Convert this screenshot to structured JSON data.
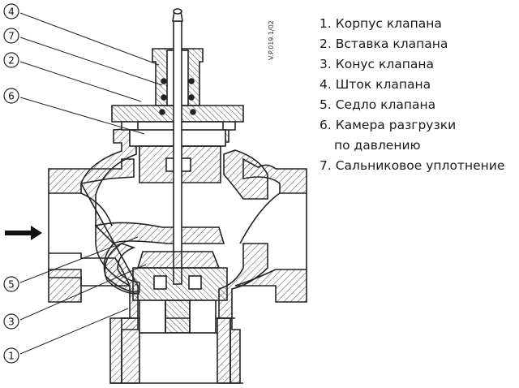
{
  "drawing_code": "V.P.019.1/02",
  "callouts": [
    "4",
    "7",
    "2",
    "6",
    "5",
    "3",
    "1"
  ],
  "legend": [
    {
      "num": "1.",
      "text": "Корпус клапана"
    },
    {
      "num": "2.",
      "text": "Вставка клапана"
    },
    {
      "num": "3.",
      "text": "Конус клапана"
    },
    {
      "num": "4.",
      "text": "Шток клапана"
    },
    {
      "num": "5.",
      "text": "Седло клапана"
    },
    {
      "num": "6.",
      "text": "Камера разгрузки",
      "cont": "по давлению"
    },
    {
      "num": "7.",
      "text": "Сальниковое уплотнение"
    }
  ]
}
